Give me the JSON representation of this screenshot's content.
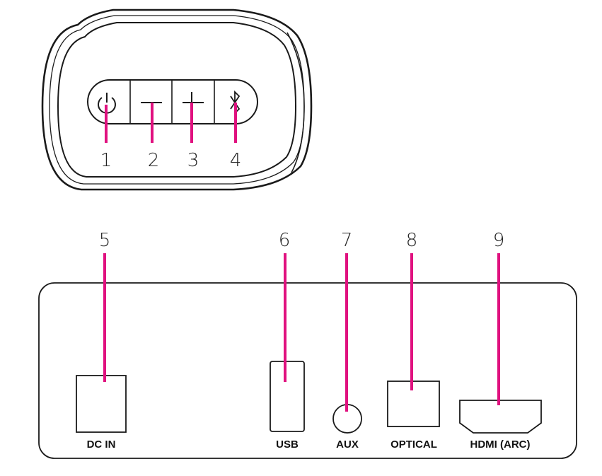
{
  "colors": {
    "callout": "#e0117f",
    "outline": "#1a1a1a",
    "background": "#ffffff"
  },
  "top_panel": {
    "buttons": [
      {
        "number": "1",
        "icon": "power-icon"
      },
      {
        "number": "2",
        "icon": "minus-icon"
      },
      {
        "number": "3",
        "icon": "plus-icon"
      },
      {
        "number": "4",
        "icon": "bluetooth-icon"
      }
    ]
  },
  "rear_panel": {
    "ports": [
      {
        "number": "5",
        "label": "DC IN"
      },
      {
        "number": "6",
        "label": "USB"
      },
      {
        "number": "7",
        "label": "AUX"
      },
      {
        "number": "8",
        "label": "OPTICAL"
      },
      {
        "number": "9",
        "label": "HDMI (ARC)"
      }
    ]
  }
}
